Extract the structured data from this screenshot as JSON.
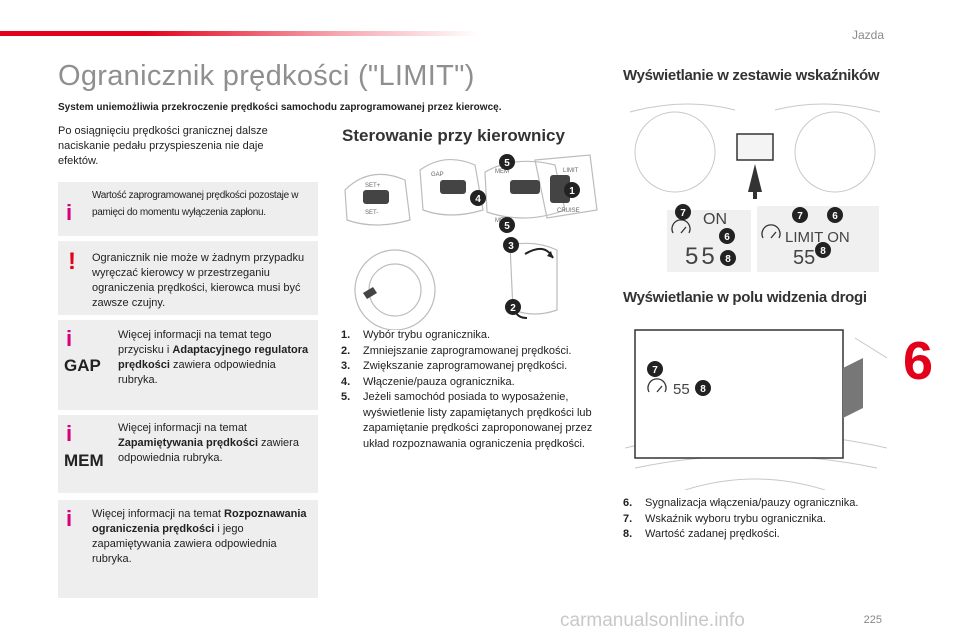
{
  "header": {
    "section": "Jazda",
    "chapter_number": "6",
    "page_number": "225"
  },
  "title": "Ogranicznik prędkości (\"LIMIT\")",
  "subtitle": "System uniemożliwia przekroczenie prędkości samochodu zaprogramowanej przez kierowcę.",
  "intro": "Po osiągnięciu prędkości granicznej dalsze naciskanie pedału przyspieszenia nie daje efektów.",
  "boxes": {
    "memory_note": "Wartość zaprogramowanej prędkości pozostaje w pamięci do momentu wyłączenia zapłonu.",
    "warning": "Ogranicznik nie może w żadnym przypadku wyręczać kierowcy w przestrzeganiu ograniczenia prędkości, kierowca musi być zawsze czujny.",
    "gap": {
      "acronym": "GAP",
      "pre": "Więcej informacji na temat tego przycisku i ",
      "bold": "Adaptacyjnego regulatora prędkości",
      "post": " zawiera odpowiednia rubryka."
    },
    "mem": {
      "acronym": "MEM",
      "pre": "Więcej informacji na temat ",
      "bold": "Zapamiętywania prędkości",
      "post": " zawiera odpowiednia rubryka."
    },
    "recognition": {
      "pre": "Więcej informacji na temat ",
      "bold": "Rozpoznawania ograniczenia prędkości",
      "post": " i jego zapamiętywania zawiera odpowiednia rubryka."
    }
  },
  "steering": {
    "heading": "Sterowanie przy kierownicy",
    "items": [
      {
        "n": "1.",
        "text": "Wybór trybu ogranicznika."
      },
      {
        "n": "2.",
        "text": "Zmniejszanie zaprogramowanej prędkości."
      },
      {
        "n": "3.",
        "text": "Zwiększanie zaprogramowanej prędkości."
      },
      {
        "n": "4.",
        "text": "Włączenie/pauza ogranicznika."
      },
      {
        "n": "5.",
        "text": "Jeżeli samochód posiada to wyposażenie, wyświetlenie listy zapamiętanych prędkości lub zapamiętanie prędkości zaproponowanej przez układ rozpoznawania ograniczenia prędkości."
      }
    ],
    "stalk_labels": {
      "gap": "GAP",
      "mem": "MEM",
      "set_plus": "SET+",
      "set_minus": "SET-",
      "limit": "LIMIT",
      "cruise": "CRUISE"
    },
    "callouts": [
      "1",
      "2",
      "3",
      "4",
      "5",
      "5"
    ]
  },
  "cluster": {
    "heading": "Wyświetlanie w zestawie wskaźników",
    "on_text": "ON",
    "limit_on_text": "LIMIT ON",
    "speed": "55",
    "callouts": [
      "7",
      "6",
      "8",
      "7",
      "6",
      "8"
    ]
  },
  "hud": {
    "heading": "Wyświetlanie w polu widzenia drogi",
    "speed": "55",
    "callouts": [
      "7",
      "8"
    ],
    "items": [
      {
        "n": "6.",
        "text": "Sygnalizacja włączenia/pauzy ogranicznika."
      },
      {
        "n": "7.",
        "text": "Wskaźnik wyboru trybu ogranicznika."
      },
      {
        "n": "8.",
        "text": "Wartość zadanej prędkości."
      }
    ]
  },
  "watermark": "carmanualsonline.info",
  "colors": {
    "accent_red": "#e2001a",
    "info_magenta": "#d6007a",
    "title_gray": "#8f8f8f",
    "box_gray": "#eeeeee"
  }
}
